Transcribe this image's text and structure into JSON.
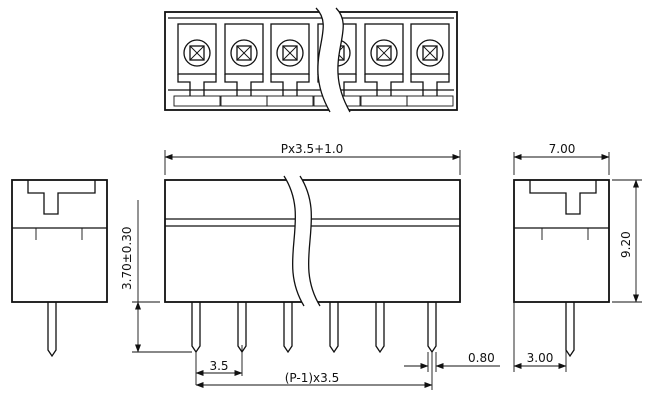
{
  "dimensions": {
    "overall_length": "Px3.5+1.0",
    "height_above_board": "3.70±0.30",
    "pitch": "3.5",
    "pitch_span": "(P-1)x3.5",
    "pin_width": "0.80",
    "side_width": "7.00",
    "side_height": "9.20",
    "pin_offset": "3.00"
  }
}
